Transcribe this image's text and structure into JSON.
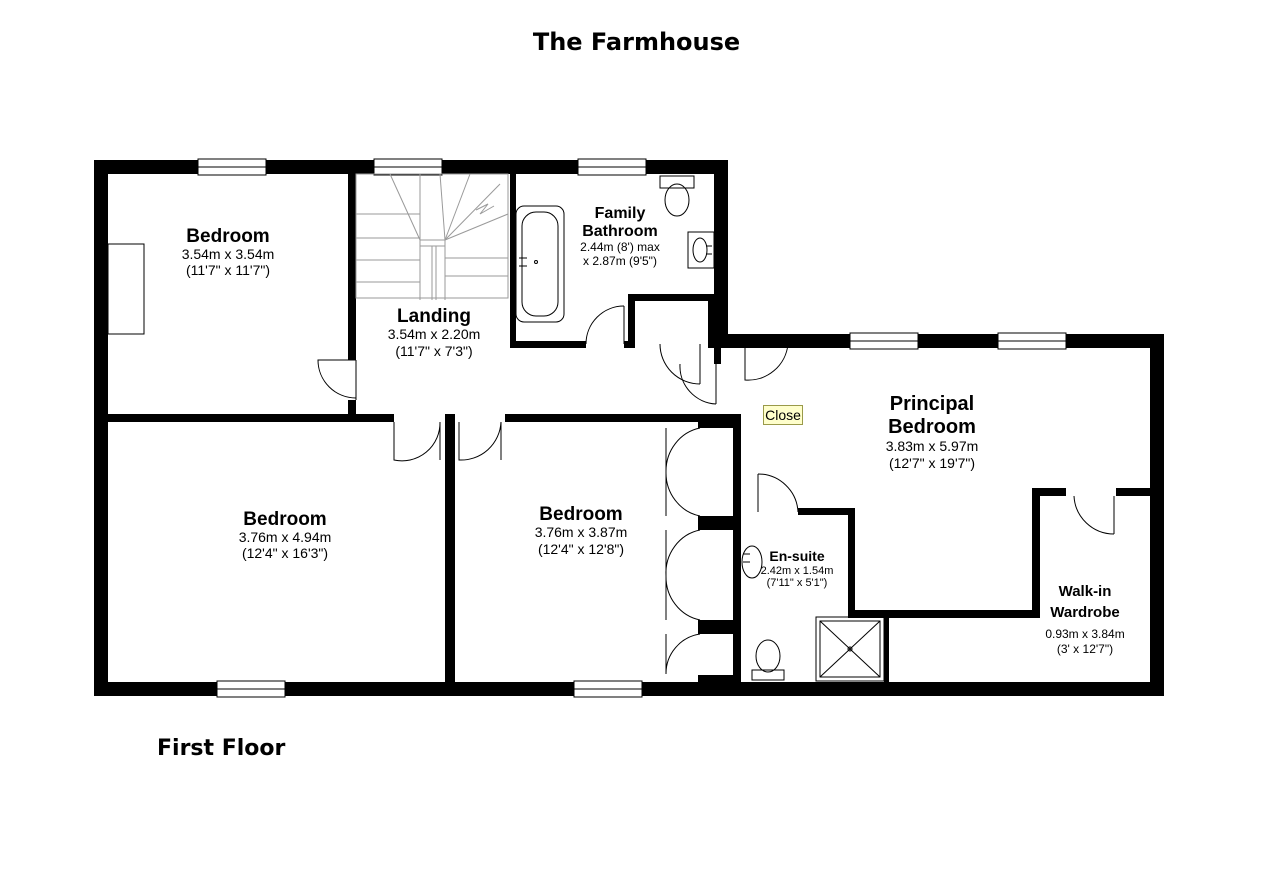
{
  "title": "The Farmhouse",
  "floor_label": "First Floor",
  "close_label": "Close",
  "rooms": {
    "bedroom_nw": {
      "name": "Bedroom",
      "dims": "3.54m x 3.54m",
      "imperial": "(11'7\" x 11'7\")"
    },
    "landing": {
      "name": "Landing",
      "dims": "3.54m x 2.20m",
      "imperial": "(11'7\" x 7'3\")"
    },
    "family_bathroom": {
      "name_line1": "Family",
      "name_line2": "Bathroom",
      "dims": "2.44m (8') max",
      "imperial": "x 2.87m (9'5\")"
    },
    "principal_bedroom": {
      "name_line1": "Principal",
      "name_line2": "Bedroom",
      "dims": "3.83m x 5.97m",
      "imperial": "(12'7\" x 19'7\")"
    },
    "bedroom_sw": {
      "name": "Bedroom",
      "dims": "3.76m x 4.94m",
      "imperial": "(12'4\" x 16'3\")"
    },
    "bedroom_s": {
      "name": "Bedroom",
      "dims": "3.76m x 3.87m",
      "imperial": "(12'4\" x 12'8\")"
    },
    "en_suite": {
      "name": "En-suite",
      "dims": "2.42m x 1.54m",
      "imperial": "(7'11\" x 5'1\")"
    },
    "walk_in_wardrobe": {
      "name_line1": "Walk-in",
      "name_line2": "Wardrobe",
      "dims": "0.93m x 3.84m",
      "imperial": "(3' x 12'7\")"
    }
  }
}
